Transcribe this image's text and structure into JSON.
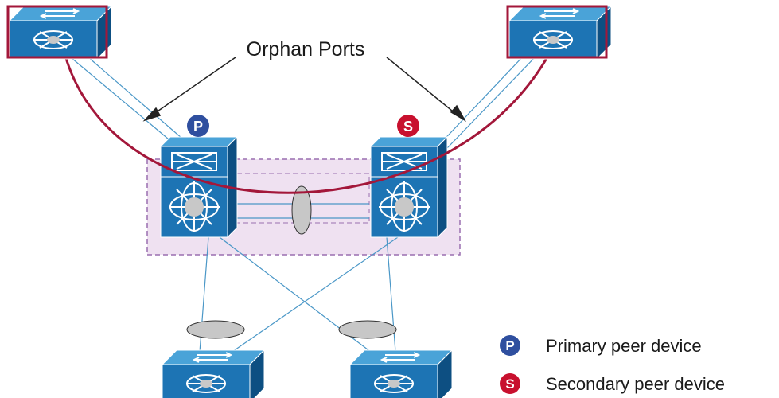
{
  "annotation": {
    "text": "Orphan Ports"
  },
  "badges": {
    "primary": {
      "letter": "P",
      "color": "#2f4f9f"
    },
    "secondary": {
      "letter": "S",
      "color": "#c8102e"
    }
  },
  "legend": {
    "items": [
      {
        "letter": "P",
        "text": "Primary peer device",
        "color": "#2f4f9f"
      },
      {
        "letter": "S",
        "text": "Secondary peer device",
        "color": "#c8102e"
      }
    ]
  },
  "colors": {
    "device_blue": "#1d74b4",
    "device_top": "#4aa3d8",
    "device_dark": "#0d4f82",
    "link": "#4a97c7",
    "orphan_path": "#a3173a",
    "peer_zone_fill": "#efe1f1",
    "peer_zone_border": "#9a6fb0",
    "bundle_fill": "#c7c7c7"
  }
}
